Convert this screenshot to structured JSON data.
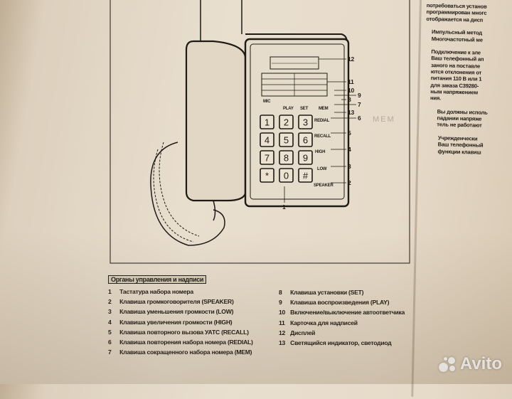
{
  "diagram": {
    "keypad_keys": [
      "1",
      "2",
      "3",
      "4",
      "5",
      "6",
      "7",
      "8",
      "9",
      "*",
      "0",
      "#"
    ],
    "button_labels": {
      "mic": "MIC",
      "play": "PLAY",
      "set": "SET",
      "mem": "MEM",
      "redial": "REDIAL",
      "recall": "RECALL",
      "high": "HIGH",
      "low": "LOW",
      "speaker": "SPEAKER"
    },
    "callouts": [
      "1",
      "2",
      "3",
      "4",
      "5",
      "6",
      "7",
      "8",
      "9",
      "10",
      "11",
      "12",
      "13"
    ],
    "handwritten_note": "MEM"
  },
  "legend": {
    "title": "Органы управления и надписи",
    "items": [
      {
        "n": "1",
        "text": "Тастатура набора номера"
      },
      {
        "n": "2",
        "text": "Клавиша громкоговорителя (SPEAKER)"
      },
      {
        "n": "3",
        "text": "Клавиша уменьшения громкости (LOW)"
      },
      {
        "n": "4",
        "text": "Клавиша увеличения громкости (HIGH)"
      },
      {
        "n": "5",
        "text": "Клавиша повторного вызова УАТС (RECALL)"
      },
      {
        "n": "6",
        "text": "Клавиша повторения набора номера (REDIAL)"
      },
      {
        "n": "7",
        "text": "Клавиша сокращенного набора номера (MEM)"
      },
      {
        "n": "8",
        "text": "Клавиша установки (SET)"
      },
      {
        "n": "9",
        "text": "Клавиша воспроизведения (PLAY)"
      },
      {
        "n": "10",
        "text": "Включение/выключение автоответчика"
      },
      {
        "n": "11",
        "text": "Карточка для надписей"
      },
      {
        "n": "12",
        "text": "Дисплей"
      },
      {
        "n": "13",
        "text": "Светящийся индикатор, светодиод"
      }
    ]
  },
  "right_page": {
    "lines": [
      "потребоваться установ",
      "программирован многс",
      "отображается на дисп",
      "",
      "Импульсный метод",
      "Многочастотный ме",
      "",
      "Подключение к эле",
      "Ваш телефонный ап",
      "заного на поставле",
      "ются отклонения от",
      "питания 110 В или 1",
      "для заказа С39280-",
      "ным напряжением",
      "ния.",
      "",
      "Вы должны исполь",
      "падании напряже",
      "тель не работают",
      "",
      "Учрежденчески",
      "Ваш телефонный",
      "функции клавиш"
    ]
  },
  "watermark": {
    "brand": "Avito"
  }
}
